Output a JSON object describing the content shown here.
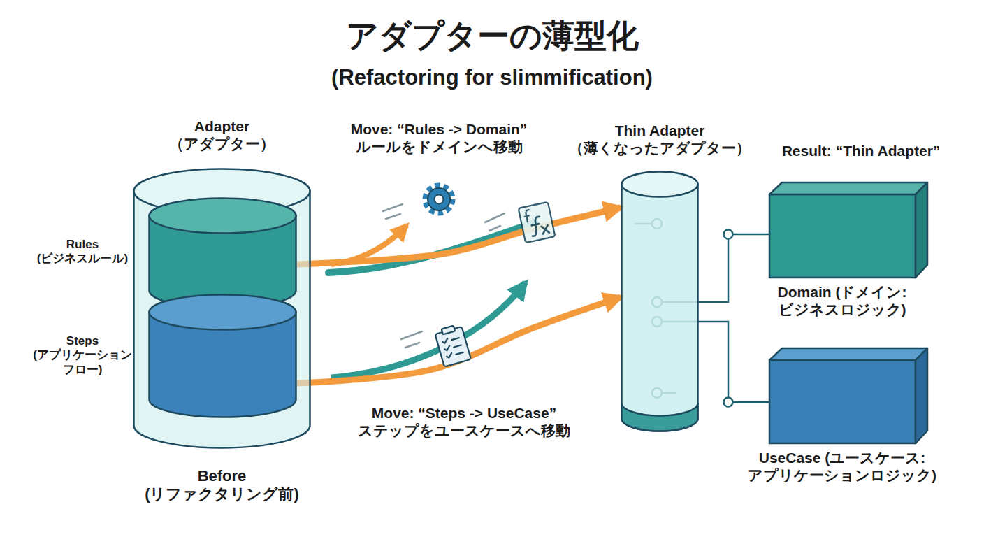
{
  "diagram": {
    "title": "アダプターの薄型化",
    "nodes": [
      {
        "text": [
          "Adapter （アダプター）",
          "Before (リファクタリング前)"
        ]
      },
      {
        "text": [
          "Rules (ビジネスルール)"
        ],
        "in": 0
      },
      {
        "text": [
          "Steps (アプリケーション フロー)"
        ],
        "in": 0
      },
      {
        "text": [
          "Thin Adapter （薄くなったアダプター）"
        ]
      },
      {
        "text": [
          "Domain (ドメイン: ビジネスロジック)"
        ]
      },
      {
        "text": [
          "UseCase (ユースケース: アプリケーションロジック)"
        ]
      }
    ],
    "edges": [
      {
        "from": 1,
        "to": 3,
        "arrow": "to",
        "label": "Move: “Rules -> Domain” ルールをドメインへ移動"
      },
      {
        "from": 2,
        "to": 3,
        "arrow": "to",
        "label": "Move: “Steps -> UseCase” ステップをユースケースへ移動"
      },
      {
        "from": 3,
        "to": 4,
        "arrow": "none"
      },
      {
        "from": 3,
        "to": 5,
        "arrow": "none"
      }
    ],
    "labels": [
      "(Refactoring for slimmification)",
      "Result: “Thin Adapter”"
    ]
  }
}
